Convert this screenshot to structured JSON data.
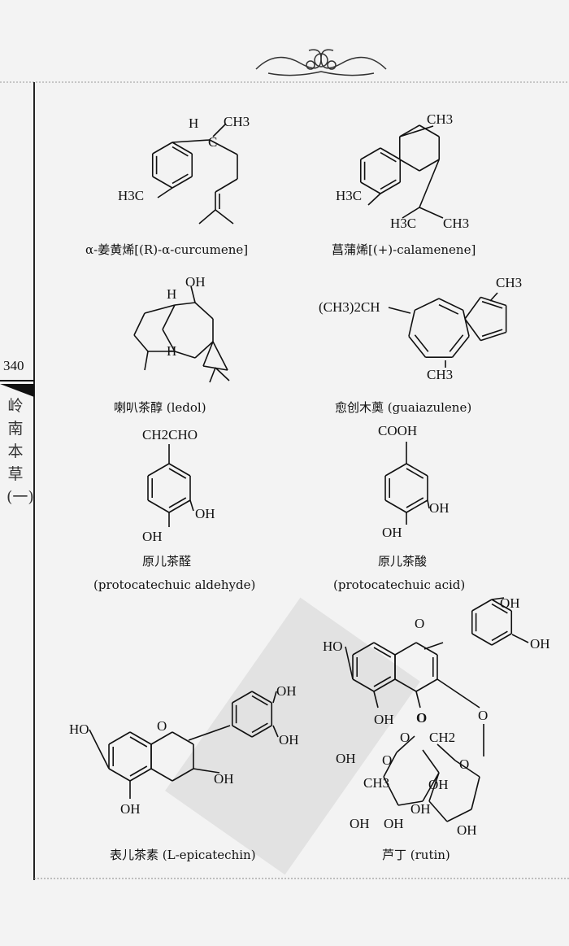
{
  "page": {
    "number": "340",
    "side_title": "岭南本草(一)"
  },
  "compounds": [
    {
      "caption": "α-姜黄烯[(R)-α-curcumene]",
      "atoms": [
        "H",
        "C",
        "CH3",
        "H3C"
      ]
    },
    {
      "caption": "菖蒲烯[(+)-calamenene]",
      "atoms": [
        "CH3",
        "H3C",
        "H3C",
        "CH3"
      ]
    },
    {
      "caption": "喇叭茶醇 (ledol)",
      "atoms": [
        "OH",
        "H",
        "H"
      ]
    },
    {
      "caption": "愈创木薁 (guaiazulene)",
      "atoms": [
        "(CH3)2CH",
        "CH3",
        "CH3"
      ]
    },
    {
      "caption": "原儿茶醛",
      "caption2": "(protocatechuic aldehyde)",
      "atoms": [
        "CH2CHO",
        "OH",
        "OH"
      ]
    },
    {
      "caption": "原儿茶酸",
      "caption2": "(protocatechuic acid)",
      "atoms": [
        "COOH",
        "OH",
        "OH"
      ]
    },
    {
      "caption": "表儿茶素 (L-epicatechin)",
      "atoms": [
        "HO",
        "O",
        "OH",
        "OH",
        "OH",
        "OH"
      ]
    },
    {
      "caption": "芦丁 (rutin)",
      "atoms": [
        "HO",
        "O",
        "OH",
        "OH",
        "OH",
        "O",
        "O",
        "O",
        "CH2",
        "O",
        "O",
        "OH",
        "CH3",
        "OH",
        "OH",
        "OH",
        "OH",
        "OH"
      ]
    }
  ]
}
